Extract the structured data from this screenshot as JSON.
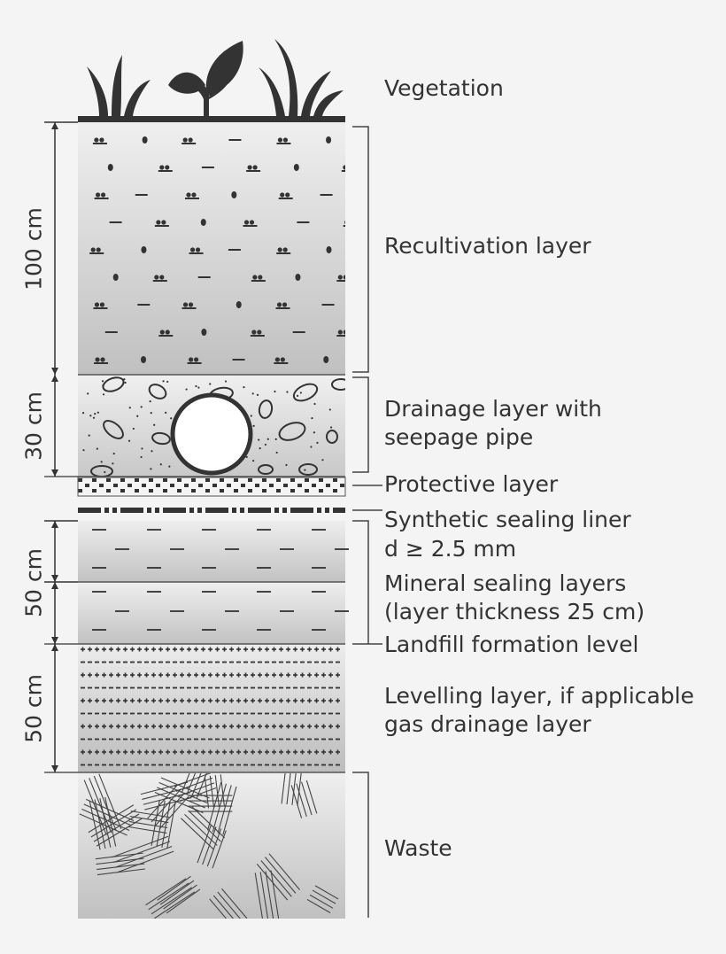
{
  "labels": {
    "vegetation": "Vegetation",
    "recultivation": "Recultivation layer",
    "drainage_1": "Drainage layer with",
    "drainage_2": "seepage pipe",
    "protective": "Protective layer",
    "synthetic_1": "Synthetic sealing liner",
    "synthetic_2": "d ≥ 2.5 mm",
    "mineral_1": "Mineral sealing layers",
    "mineral_2": "(layer thickness 25 cm)",
    "formation": "Landfill formation level",
    "levelling_1": "Levelling layer, if applicable",
    "levelling_2": "gas drainage layer",
    "waste": "Waste"
  },
  "dimensions": {
    "recultivation": "100 cm",
    "drainage": "30 cm",
    "mineral": "50 cm",
    "levelling": "50 cm"
  },
  "colors": {
    "ink": "#333333",
    "layer_light": "#efefef",
    "layer_dark": "#bdbdbd",
    "background": "#f4f4f4"
  }
}
